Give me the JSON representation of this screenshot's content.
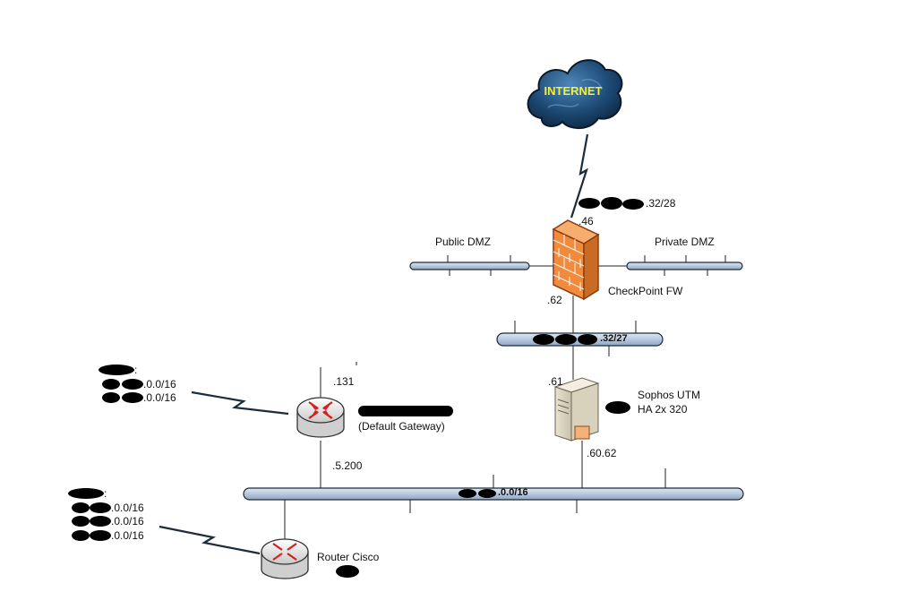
{
  "cloud": {
    "label": "INTERNET"
  },
  "wan_subnet": {
    "suffix": ".32/28"
  },
  "firewall": {
    "name": "CheckPoint FW",
    "ip_top": ".46",
    "ip_bottom": ".62"
  },
  "dmz": {
    "public": "Public DMZ",
    "private": "Private DMZ"
  },
  "transit_subnet": {
    "suffix": ".32/27"
  },
  "utm": {
    "name_line1": "Sophos UTM",
    "name_line2": "HA 2x 320",
    "ip_top": ".61",
    "ip_bottom": ".60.62"
  },
  "gateway_router": {
    "label": "(Default Gateway)",
    "ip_top": ".131",
    "ip_bottom": ".5.200"
  },
  "gateway_routes": {
    "heading_suffix": ":",
    "route1": ".0.0/16",
    "route2": ".0.0/16"
  },
  "lan_subnet": {
    "suffix": ".0.0/16"
  },
  "cisco_router": {
    "label": "Router Cisco"
  },
  "cisco_routes": {
    "heading_suffix": ":",
    "route1": ".0.0/16",
    "route2": ".0.0/16",
    "route3": ".0.0/16"
  },
  "colors": {
    "bus_fill": "#b9cbe0",
    "bus_stroke": "#1f2a38",
    "firewall": "#f08a3c",
    "cloud": "#1b3a5c",
    "cloud_text": "#f3f03a"
  }
}
